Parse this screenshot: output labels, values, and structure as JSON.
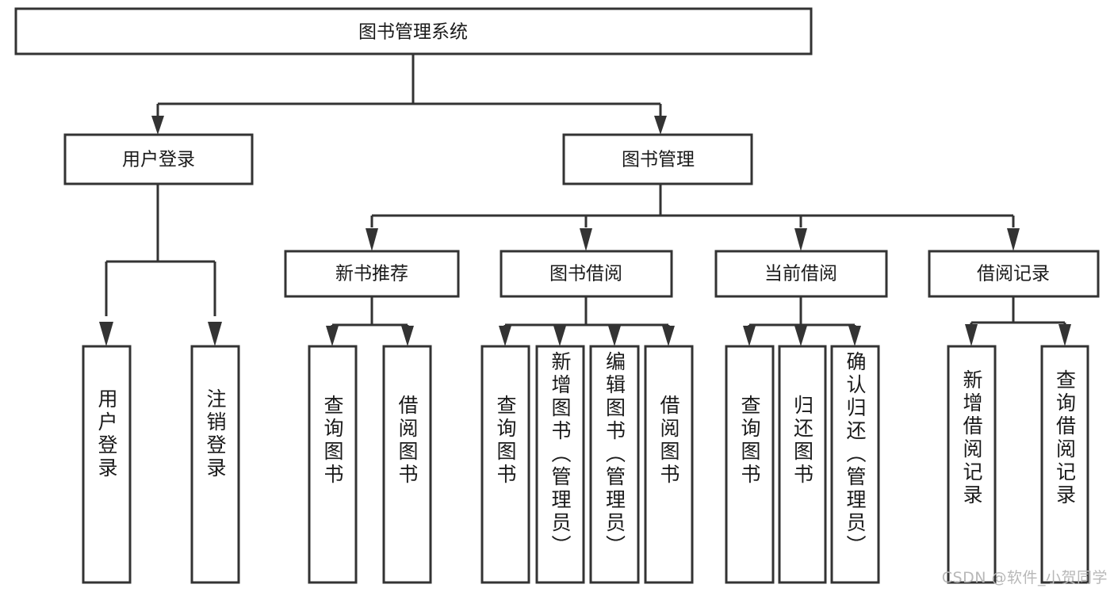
{
  "diagram": {
    "type": "tree-hierarchy",
    "title": "图书管理系统",
    "orientation": "top-down",
    "colors": {
      "box_stroke": "#333333",
      "box_fill": "#ffffff",
      "text": "#1a1a1a",
      "background": "#ffffff",
      "watermark": "#b8b8b8"
    },
    "root": {
      "id": "root",
      "label": "图书管理系统"
    },
    "level2": [
      {
        "id": "user-login",
        "label": "用户登录"
      },
      {
        "id": "book-management",
        "label": "图书管理"
      }
    ],
    "level3": [
      {
        "id": "new-book-recommend",
        "label": "新书推荐",
        "parent": "book-management"
      },
      {
        "id": "book-borrow",
        "label": "图书借阅",
        "parent": "book-management"
      },
      {
        "id": "current-borrow",
        "label": "当前借阅",
        "parent": "book-management"
      },
      {
        "id": "borrow-record",
        "label": "借阅记录",
        "parent": "book-management"
      }
    ],
    "leaves": [
      {
        "id": "leaf-user-login",
        "label": "用户登录",
        "parent": "user-login"
      },
      {
        "id": "leaf-logout-login",
        "label": "注销登录",
        "parent": "user-login"
      },
      {
        "id": "leaf-query-book-1",
        "label": "查询图书",
        "parent": "new-book-recommend"
      },
      {
        "id": "leaf-borrow-book-1",
        "label": "借阅图书",
        "parent": "new-book-recommend"
      },
      {
        "id": "leaf-query-book-2",
        "label": "查询图书",
        "parent": "book-borrow"
      },
      {
        "id": "leaf-add-book",
        "label": "新增图书（管理员）",
        "parent": "book-borrow"
      },
      {
        "id": "leaf-edit-book",
        "label": "编辑图书（管理员）",
        "parent": "book-borrow"
      },
      {
        "id": "leaf-borrow-book-2",
        "label": "借阅图书",
        "parent": "book-borrow"
      },
      {
        "id": "leaf-query-book-3",
        "label": "查询图书",
        "parent": "current-borrow"
      },
      {
        "id": "leaf-return-book",
        "label": "归还图书",
        "parent": "current-borrow"
      },
      {
        "id": "leaf-confirm-return",
        "label": "确认归还（管理员）",
        "parent": "current-borrow"
      },
      {
        "id": "leaf-add-record",
        "label": "新增借阅记录",
        "parent": "borrow-record"
      },
      {
        "id": "leaf-query-record",
        "label": "查询借阅记录",
        "parent": "borrow-record"
      }
    ]
  },
  "watermark": {
    "text": "CSDN @软件_小贺同学"
  }
}
